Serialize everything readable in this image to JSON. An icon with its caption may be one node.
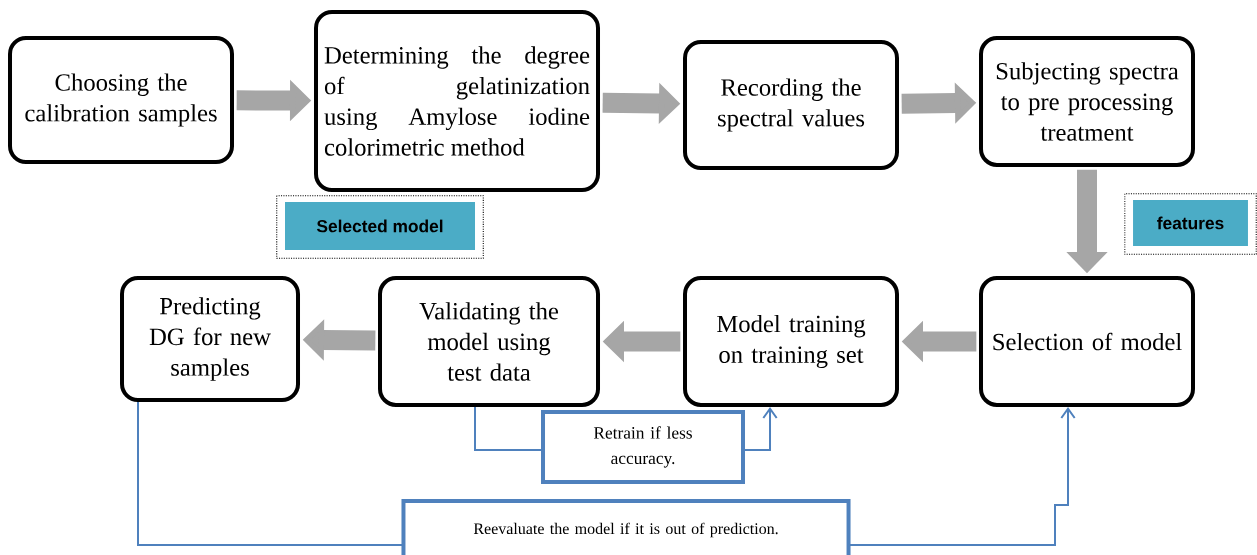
{
  "diagram": {
    "nodes": [
      {
        "text": [
          "Choosing the calibration samples"
        ]
      },
      {
        "text": [
          "Determining the degree of gelatinization using Amylose iodine colorimetric method"
        ]
      },
      {
        "text": [
          "Recording the spectral values"
        ]
      },
      {
        "text": [
          "Subjecting spectra to pre processing treatment"
        ]
      },
      {
        "text": [
          "Selected model"
        ]
      },
      {
        "text": [
          "features"
        ]
      },
      {
        "text": [
          "Predicting DG for new samples"
        ]
      },
      {
        "text": [
          "Validating the model using test data"
        ]
      },
      {
        "text": [
          "Model training on training set"
        ]
      },
      {
        "text": [
          "Selection of model"
        ]
      }
    ],
    "edges": [
      {
        "from": 0,
        "to": 1,
        "arrow": "to"
      },
      {
        "from": 1,
        "to": 2,
        "arrow": "to"
      },
      {
        "from": 2,
        "to": 3,
        "arrow": "to"
      },
      {
        "from": 3,
        "to": 9,
        "arrow": "to"
      },
      {
        "from": 9,
        "to": 8,
        "arrow": "to"
      },
      {
        "from": 8,
        "to": 7,
        "arrow": "to"
      },
      {
        "from": 7,
        "to": 6,
        "arrow": "to"
      },
      {
        "from": 7,
        "to": 8,
        "arrow": "to",
        "color": "#4f81bd",
        "label": "Retrain if less accuracy."
      },
      {
        "from": 6,
        "to": 9,
        "arrow": "to",
        "color": "#4f81bd",
        "label": "Reevaluate the model if it is out of prediction."
      }
    ]
  }
}
